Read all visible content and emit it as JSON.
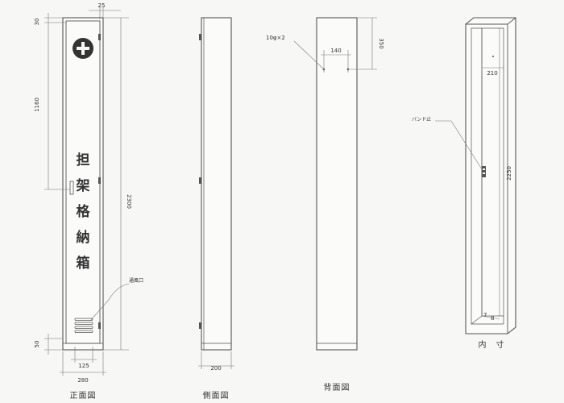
{
  "views": {
    "front": {
      "caption": "正面図",
      "title_chars": [
        "担",
        "架",
        "格",
        "納",
        "箱"
      ],
      "vent_label": "通風口",
      "dims": {
        "top_offset": "30",
        "door_gap": "25",
        "upper_section": "1160",
        "overall_height": "2300",
        "base_height": "50",
        "vent_width": "125",
        "overall_width": "280"
      },
      "emblem": "plus-cross-emblem"
    },
    "side": {
      "caption": "側面図",
      "dims": {
        "depth": "200"
      }
    },
    "back": {
      "caption": "背面図",
      "dims": {
        "holes": "10φ×2",
        "hole_spacing": "140",
        "hole_height": "350"
      }
    },
    "interior": {
      "caption": "内　寸",
      "band_label": "バンド止",
      "dims": {
        "inner_width": "210",
        "inner_height": "2250",
        "small": "7",
        "small_b": "8"
      }
    }
  },
  "colors": {
    "line": "#555555",
    "emblem": "#333333",
    "paper": "#f7f7f5"
  }
}
